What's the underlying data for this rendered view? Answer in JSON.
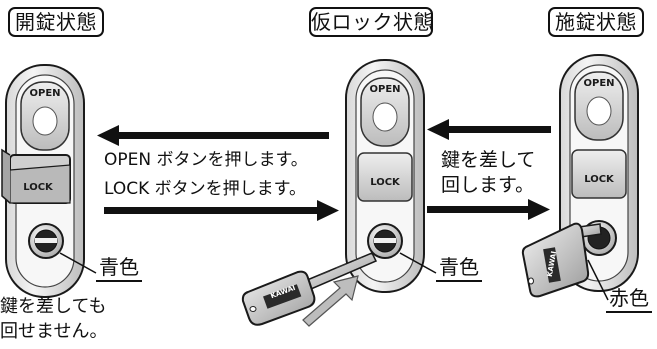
{
  "states": {
    "unlocked": "開錠状態",
    "temp_lock": "仮ロック状態",
    "locked": "施錠状態"
  },
  "instructions": {
    "open_press": "OPEN ボタンを押します。",
    "lock_press": "LOCK ボタンを押します。",
    "insert_key_line1": "鍵を差して",
    "insert_key_line2": "回します。"
  },
  "colors": {
    "blue_left": "青色",
    "blue_middle": "青色",
    "red_right": "赤色"
  },
  "notes": {
    "cannot_turn_line1": "鍵を差しても",
    "cannot_turn_line2": "回せません。"
  },
  "device_labels": {
    "open": "OPEN",
    "lock": "LOCK",
    "key_brand": "KAWAI"
  }
}
